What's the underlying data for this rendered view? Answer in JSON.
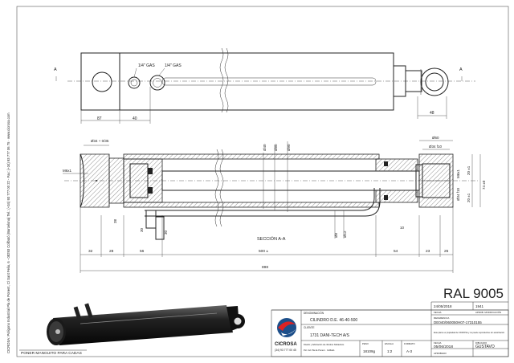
{
  "drawing": {
    "side_border_text": "CICROSA: Polígono Industrial Pla de Ponent, C/ Sant Feliu, 6 - 08293 Collbató (Barcelona) Tel.: (+34) 93 777 00 22 - Fax: (+34) 93 777 06 75 · www.cicrosa.com",
    "bottom_left_note": "PONER MANGUITO PARA CADAS",
    "ral_label": "RAL 9005",
    "section_label": "SECCIÓN A-A",
    "section_arrow_top": "A",
    "section_arrow_bottom": "A",
    "port_label_1": "1/4\" GAS",
    "port_label_2": "1/4\" GAS"
  },
  "dimensions": {
    "d_87": "87",
    "d_40": "40",
    "d_48": "48",
    "d_total": "898",
    "d_32": "32",
    "d_28": "28",
    "d_56": "56",
    "d_500": "500 ±",
    "d_54": "54",
    "d_23": "23",
    "d_60": "60",
    "d_phi_ext": "Ø60",
    "d_phi_pin": "Ø34 f10",
    "d_phi_40": "Ø40",
    "d_phi_80": "Ø80",
    "d_phi_90": "Ø90",
    "d_phi_8": "Ø8",
    "d_phi_12": "Ø12",
    "d_phi_25": "Ø34 + 0/35",
    "d_m6": "M6x1",
    "d_38": "38",
    "d_30a": "30",
    "d_30b": "30",
    "d_74": "74 ±0",
    "d_20a": "20 ±1",
    "d_20b": "20 ±1",
    "d_25": "25",
    "d_10": "10"
  },
  "title_block": {
    "company": "CICROSA",
    "company_phone": "(34) 93 777 00 45",
    "company_sub": "Diseño y fabricación de cilindros hidráulicos",
    "company_address": "Pol. Ind. Pla de Ponent · Collbató",
    "denomination_label": "DENOMINACIÓN",
    "denomination": "CILINDRO D.E. 46-40-500",
    "client_label": "CLIENTE",
    "client": "1731   DANI-TECH A/S",
    "date_top": "24/05/2018",
    "rev_top": "1941",
    "date_top_label": "FECHA",
    "rev_top_label": "APROB. MODIFICACIÓN",
    "ref_label": "REFERENCIA",
    "reference": "DE040/060050H07-17310155",
    "note_label": "Este plano es propiedad de CICROSA y no puede reproducirse sin autorización",
    "weight_label": "PESO",
    "weight": "18109g",
    "scale_label": "ESCALA",
    "scale": "1:2",
    "format_label": "FORMATO",
    "format": "A-3",
    "date_label": "FECHA",
    "date": "05/06/2018",
    "drawn_label": "DIBUJADO",
    "drawn_by": "GUSTAVO",
    "approved_label": "APROBADO"
  }
}
